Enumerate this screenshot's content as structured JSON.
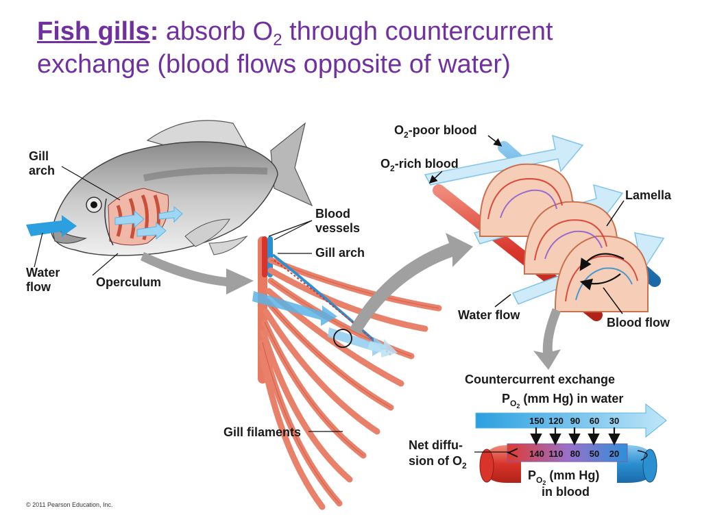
{
  "title": {
    "highlight": "Fish gills",
    "colon": ":",
    "line1_text": " absorb O",
    "line1_sub": "2",
    "line1_rest": " through countercurrent",
    "line2": "exchange (blood flows opposite of water)"
  },
  "labels": {
    "gill_arch_left_1": "Gill",
    "gill_arch_left_2": "arch",
    "water_flow_left_1": "Water",
    "water_flow_left_2": "flow",
    "operculum": "Operculum",
    "blood_vessels_1": "Blood",
    "blood_vessels_2": "vessels",
    "gill_arch_mid": "Gill arch",
    "gill_filaments": "Gill filaments",
    "o2_poor_pre": "O",
    "o2_poor_sub": "2",
    "o2_poor_post": "-poor blood",
    "o2_rich_pre": "O",
    "o2_rich_sub": "2",
    "o2_rich_post": "-rich blood",
    "lamella": "Lamella",
    "water_flow_right": "Water flow",
    "blood_flow": "Blood flow",
    "countercurrent": "Countercurrent exchange",
    "po2_water_p": "P",
    "po2_water_sub": "O",
    "po2_water_sub2": "2",
    "po2_water_rest": " (mm Hg) in water",
    "net_diff_1": "Net diffu-",
    "net_diff_2_pre": "sion of O",
    "net_diff_2_sub": "2",
    "po2_blood_p": "P",
    "po2_blood_sub": "O",
    "po2_blood_sub2": "2",
    "po2_blood_rest": " (mm Hg)",
    "po2_blood_line2": "in blood"
  },
  "water_values": [
    "150",
    "120",
    "90",
    "60",
    "30"
  ],
  "blood_values": [
    "140",
    "110",
    "80",
    "50",
    "20"
  ],
  "copyright": "© 2011 Pearson Education, Inc.",
  "colors": {
    "title": "#7030a0",
    "water": "#3aa6e0",
    "blood_rich": "#e0453a",
    "blood_poor": "#2b8fd0",
    "filament": "#e8806a",
    "arrow_gray": "#9a9a9a"
  }
}
